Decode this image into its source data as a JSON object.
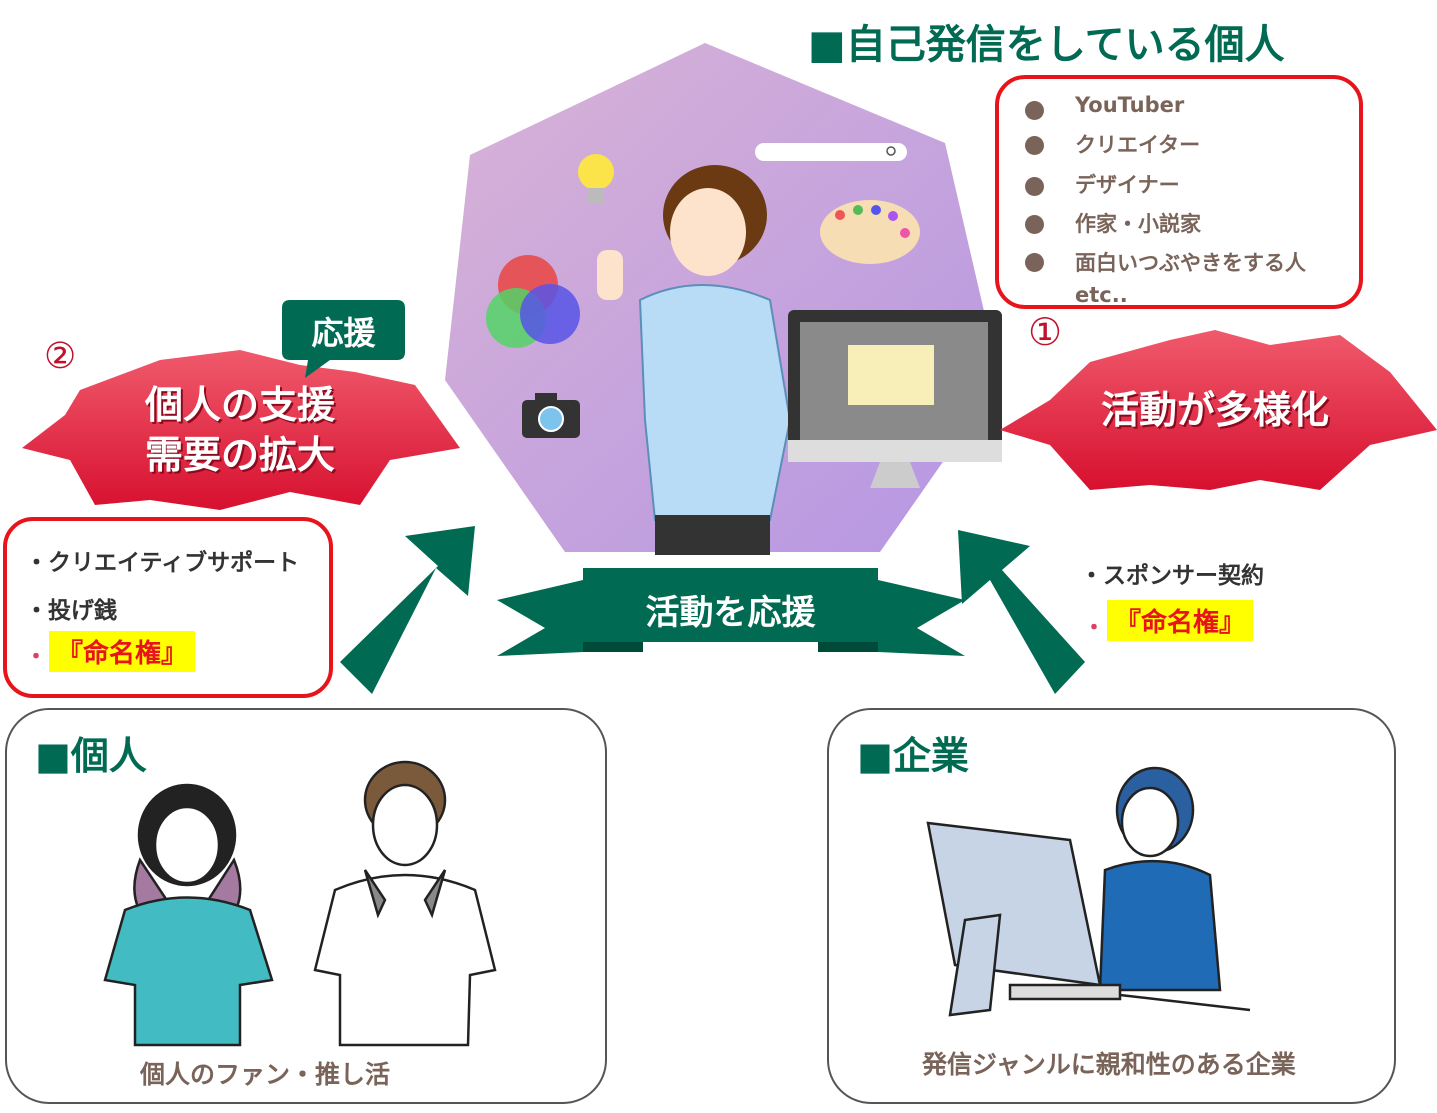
{
  "title": "■自己発信をしている個人",
  "creator_types": [
    "YouTuber",
    "クリエイター",
    "デザイナー",
    "作家・小説家",
    "面白いつぶやきをする人",
    "etc.."
  ],
  "marker_1": "①",
  "marker_2": "②",
  "star_right": "活動が多様化",
  "star_left": [
    "個人の支援",
    "需要の拡大"
  ],
  "callout": "応援",
  "individual_support": [
    "・クリエイティブサポート",
    "・投げ銭"
  ],
  "naming_rights": "『命名権』",
  "bullet_red": "・",
  "corporate_support": "・スポンサー契約",
  "banner": "活動を応援",
  "individual_box": {
    "title": "■個人",
    "caption": "個人のファン・推し活"
  },
  "company_box": {
    "title": "■企業",
    "caption": "発信ジャンルに親和性のある企業"
  },
  "colors": {
    "green": "#006a52",
    "red": "#e8141c",
    "crimson": "#e0203e",
    "purple": "#c9a9dc",
    "highlight": "#ffff00"
  }
}
